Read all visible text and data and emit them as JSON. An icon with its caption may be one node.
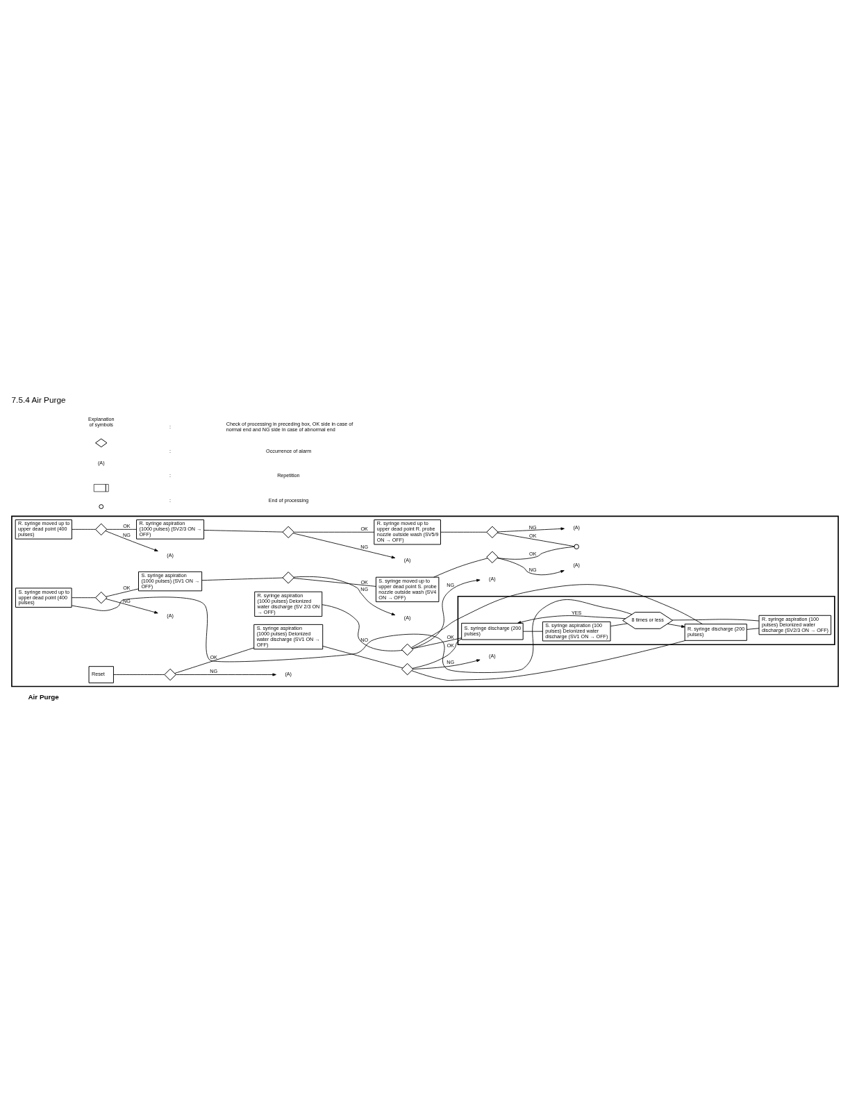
{
  "diagram": {
    "title": "7.5.4 Air Purge",
    "nodes": [
      {
        "text": [],
        "shape": "box"
      },
      {
        "text": [
          "Reset"
        ],
        "in": 0
      },
      {
        "text": [],
        "shape": "diamond",
        "in": 0
      },
      {
        "text": [
          "(A)"
        ],
        "in": 0
      },
      {
        "text": [
          "S. syringe aspiration (1000 pulses) Deionized water discharge (SV1 ON → OFF)"
        ],
        "in": 0
      },
      {
        "text": [],
        "shape": "diamond",
        "in": 0
      },
      {
        "text": [
          "(A)"
        ],
        "in": 0
      },
      {
        "text": [
          "R. syringe aspiration (1000 pulses) Deionized water discharge (SV 2/3 ON → OFF)"
        ],
        "in": 0
      },
      {
        "text": [],
        "shape": "diamond",
        "in": 0
      },
      {
        "text": [
          "(A)"
        ],
        "in": 0
      },
      {
        "text": [],
        "shape": "box",
        "in": 0
      },
      {
        "text": [
          "S. syringe discharge (200 pulses)"
        ],
        "in": 10
      },
      {
        "text": [
          "S. syringe aspiration (100 pulses) Deionized water discharge (SV1 ON → OFF)"
        ],
        "in": 10
      },
      {
        "text": [
          "8 times or less"
        ],
        "in": 10
      },
      {
        "text": [
          "R. syringe discharge (200 pulses)"
        ],
        "in": 10
      },
      {
        "text": [
          "R. syringe aspiration (100 pulses) Deionized water discharge (SV2/3 ON → OFF)"
        ],
        "in": 10
      },
      {
        "text": [
          "S. syringe moved up to upper dead point (400 pulses)"
        ],
        "in": 0
      },
      {
        "text": [],
        "shape": "diamond",
        "in": 0
      },
      {
        "text": [
          "(A)"
        ],
        "in": 0
      },
      {
        "text": [
          "S. syringe aspiration (1000 pulses) (SV1 ON → OFF)"
        ],
        "in": 0
      },
      {
        "text": [],
        "shape": "diamond",
        "in": 0
      },
      {
        "text": [
          "(A)"
        ],
        "in": 0
      },
      {
        "text": [
          "S. syringe moved up to upper dead point S. probe nozzle outside wash (SV4 ON → OFF)"
        ],
        "in": 0
      },
      {
        "text": [],
        "shape": "diamond",
        "in": 0
      },
      {
        "text": [
          "(A)"
        ],
        "in": 0
      },
      {
        "text": [],
        "shape": "circle",
        "in": 0
      },
      {
        "text": [
          "R. syringe moved up to upper dead point (400 pulses)"
        ],
        "in": 0
      },
      {
        "text": [],
        "shape": "diamond",
        "in": 0
      },
      {
        "text": [
          "(A)"
        ],
        "in": 0
      },
      {
        "text": [
          "R. syringe aspiration (1000 pulses) (SV2/3 ON → OFF)"
        ],
        "in": 0
      },
      {
        "text": [],
        "shape": "diamond",
        "in": 0
      },
      {
        "text": [
          "(A)"
        ],
        "in": 0
      },
      {
        "text": [
          "R. syringe moved up to upper dead point R. probe nozzle outside wash (SV5/9 ON → OFF)"
        ],
        "in": 0
      },
      {
        "text": [],
        "shape": "diamond",
        "in": 0
      },
      {
        "text": [
          "(A)"
        ],
        "in": 0
      }
    ],
    "edges": [
      {
        "from": 1,
        "to": 2,
        "arrow": "none"
      },
      {
        "from": 2,
        "to": 4,
        "label": "OK",
        "arrow": "none"
      },
      {
        "from": 2,
        "to": 3,
        "label": "NG",
        "arrow": "to"
      },
      {
        "from": 4,
        "to": 5,
        "arrow": "none"
      },
      {
        "from": 5,
        "to": 6,
        "label": "NG",
        "arrow": "to"
      },
      {
        "from": 7,
        "to": 8,
        "arrow": "none"
      },
      {
        "from": 8,
        "to": 9,
        "label": "NG",
        "arrow": "to"
      },
      {
        "from": 5,
        "to": 11,
        "label": "OK",
        "arrow": "none"
      },
      {
        "from": 5,
        "to": 14,
        "arrow": "none"
      },
      {
        "from": 8,
        "to": 11,
        "label": "OK",
        "arrow": "none"
      },
      {
        "from": 8,
        "to": 14,
        "arrow": "none"
      },
      {
        "from": 11,
        "to": 12,
        "arrow": "none"
      },
      {
        "from": 14,
        "to": 15,
        "arrow": "none"
      },
      {
        "from": 12,
        "to": 13,
        "arrow": "none"
      },
      {
        "from": 15,
        "to": 13,
        "arrow": "none"
      },
      {
        "from": 13,
        "to": 11,
        "label": "YES",
        "arrow": "to"
      },
      {
        "from": 13,
        "to": 14,
        "arrow": "to"
      },
      {
        "from": 13,
        "to": 16,
        "label": "NO",
        "arrow": "none"
      },
      {
        "from": 16,
        "to": 17,
        "arrow": "none"
      },
      {
        "from": 17,
        "to": 19,
        "label": "OK",
        "arrow": "none"
      },
      {
        "from": 17,
        "to": 18,
        "label": "NG",
        "arrow": "to"
      },
      {
        "from": 19,
        "to": 20,
        "arrow": "none"
      },
      {
        "from": 20,
        "to": 22,
        "label": "OK",
        "arrow": "none"
      },
      {
        "from": 20,
        "to": 21,
        "label": "NG",
        "arrow": "to"
      },
      {
        "from": 22,
        "to": 23,
        "arrow": "none"
      },
      {
        "from": 23,
        "to": 25,
        "label": "OK",
        "arrow": "none"
      },
      {
        "from": 23,
        "to": 24,
        "label": "NG",
        "arrow": "to"
      },
      {
        "from": 26,
        "to": 27,
        "arrow": "none"
      },
      {
        "from": 27,
        "to": 29,
        "label": "OK",
        "arrow": "none"
      },
      {
        "from": 27,
        "to": 28,
        "label": "NG",
        "arrow": "to"
      },
      {
        "from": 29,
        "to": 30,
        "arrow": "none"
      },
      {
        "from": 30,
        "to": 32,
        "label": "OK",
        "arrow": "none"
      },
      {
        "from": 30,
        "to": 31,
        "label": "NG",
        "arrow": "to"
      },
      {
        "from": 32,
        "to": 33,
        "arrow": "none"
      },
      {
        "from": 33,
        "to": 25,
        "label": "OK",
        "arrow": "none"
      },
      {
        "from": 33,
        "to": 34,
        "label": "NG",
        "arrow": "to"
      }
    ],
    "labels": [
      "Air Purge",
      "Explanation of symbols",
      ":",
      "(A)",
      ":",
      ":",
      ":"
    ],
    "legend": [
      {
        "text": "Check of processing in preceding box, OK side in case of normal end and NG side in case of abnormal end"
      },
      {
        "text": "Occurrence of alarm"
      },
      {
        "text": "Repetition"
      },
      {
        "text": "End of processing"
      }
    ]
  }
}
